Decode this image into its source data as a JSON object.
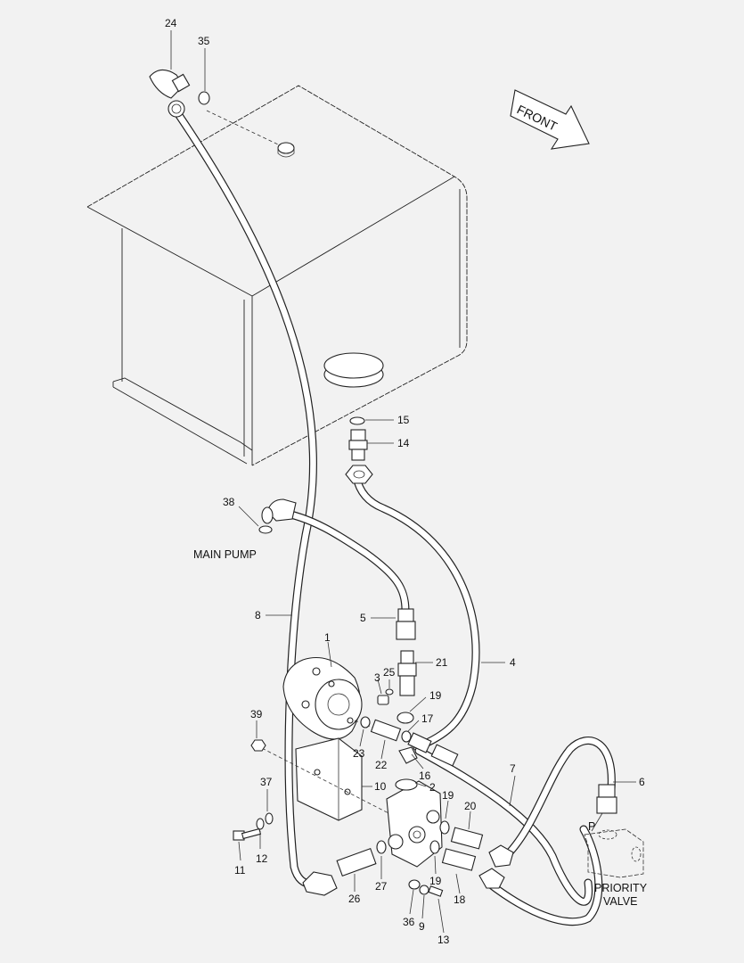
{
  "front_label": "FRONT",
  "captions": {
    "main_pump": "MAIN PUMP",
    "priority_valve_line1": "PRIORITY",
    "priority_valve_line2": "VALVE",
    "port_p": "P"
  },
  "callouts": [
    "24",
    "35",
    "15",
    "14",
    "38",
    "8",
    "5",
    "1",
    "21",
    "3",
    "25",
    "4",
    "19",
    "17",
    "39",
    "23",
    "22",
    "16",
    "2",
    "10",
    "7",
    "6",
    "37",
    "19",
    "20",
    "11",
    "12",
    "26",
    "27",
    "19",
    "18",
    "36",
    "9",
    "13"
  ]
}
